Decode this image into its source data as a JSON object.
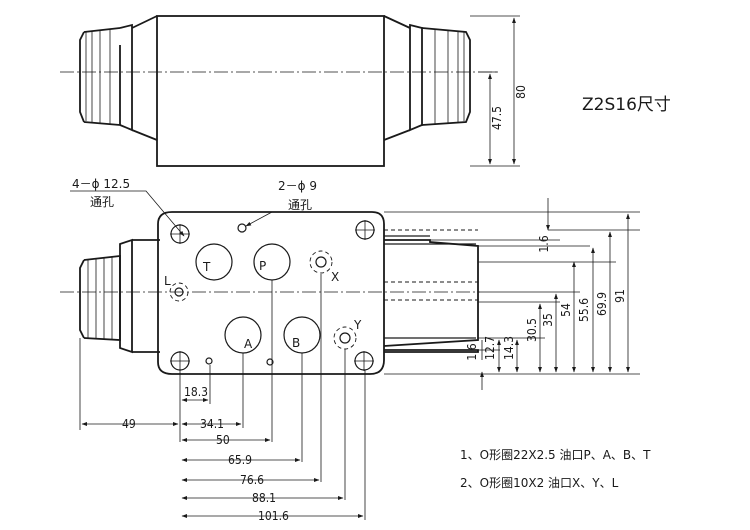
{
  "title": "Z2S16尺寸",
  "callouts": {
    "holes_4": "4－ϕ  12.5",
    "holes_4_sub": "通孔",
    "holes_2": "2－ϕ  9",
    "holes_2_sub": "通孔"
  },
  "ports": {
    "T": "T",
    "P": "P",
    "A": "A",
    "B": "B",
    "X": "X",
    "Y": "Y",
    "L": "L"
  },
  "dims": {
    "d80": "80",
    "d47_5": "47.5",
    "d1_6_top": "1.6",
    "d1_6_bot": "1.6",
    "d12_7": "12.7",
    "d14_3": "14.3",
    "d30_5": "30.5",
    "d35": "35",
    "d54": "54",
    "d55_6": "55.6",
    "d69_9": "69.9",
    "d91": "91",
    "d18_3": "18.3",
    "d49": "49",
    "d34_1": "34.1",
    "d50": "50",
    "d65_9": "65.9",
    "d76_6": "76.6",
    "d88_1": "88.1",
    "d101_6": "101.6"
  },
  "notes": [
    "1、O形圈22X2.5  油口P、A、B、T",
    "2、O形圈10X2  油口X、Y、L"
  ]
}
